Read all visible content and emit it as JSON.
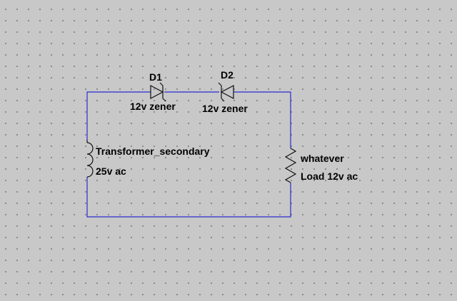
{
  "schematic": {
    "components": [
      {
        "ref": "D1",
        "value": "12v zener"
      },
      {
        "ref": "D2",
        "value": "12v zener"
      },
      {
        "ref": "Transformer_secondary",
        "value": "25v ac"
      },
      {
        "ref": "whatever",
        "value": "Load 12v ac"
      }
    ]
  },
  "colors": {
    "wire": "#2b2bd0",
    "background": "#c8c8c8",
    "grid_dot": "#7a7a7a"
  }
}
